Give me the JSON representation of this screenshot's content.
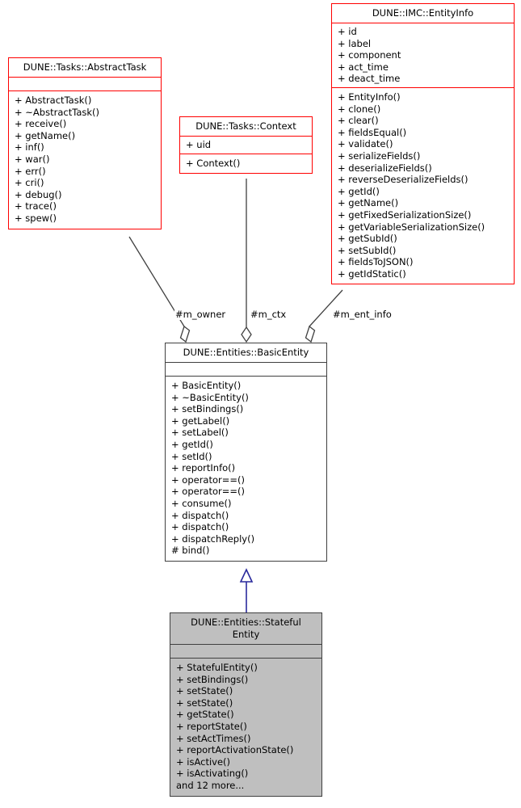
{
  "diagram": {
    "kind": "uml-class-diagram",
    "title": "DUNE::Entities::StatefulEntity collaboration diagram",
    "colors": {
      "box_border_red": "#ff0000",
      "box_border_gray": "#404040",
      "box_fill_white": "#ffffff",
      "box_fill_gray": "#bfbfbf",
      "edge_association": "#404040",
      "edge_inheritance": "#29299c",
      "text": "#000000",
      "background": "#ffffff"
    }
  },
  "classes": {
    "abstract_task": {
      "name": "DUNE::Tasks::AbstractTask",
      "attributes": [],
      "operations": [
        "+ AbstractTask()",
        "+ ~AbstractTask()",
        "+ receive()",
        "+ getName()",
        "+ inf()",
        "+ war()",
        "+ err()",
        "+ cri()",
        "+ debug()",
        "+ trace()",
        "+ spew()"
      ]
    },
    "context": {
      "name": "DUNE::Tasks::Context",
      "attributes": [
        "+ uid"
      ],
      "operations": [
        "+ Context()"
      ]
    },
    "entity_info": {
      "name": "DUNE::IMC::EntityInfo",
      "attributes": [
        "+ id",
        "+ label",
        "+ component",
        "+ act_time",
        "+ deact_time"
      ],
      "operations": [
        "+ EntityInfo()",
        "+ clone()",
        "+ clear()",
        "+ fieldsEqual()",
        "+ validate()",
        "+ serializeFields()",
        "+ deserializeFields()",
        "+ reverseDeserializeFields()",
        "+ getId()",
        "+ getName()",
        "+ getFixedSerializationSize()",
        "+ getVariableSerializationSize()",
        "+ getSubId()",
        "+ setSubId()",
        "+ fieldsToJSON()",
        "+ getIdStatic()"
      ]
    },
    "basic_entity": {
      "name": "DUNE::Entities::BasicEntity",
      "attributes": [],
      "operations": [
        "+ BasicEntity()",
        "+ ~BasicEntity()",
        "+ setBindings()",
        "+ getLabel()",
        "+ setLabel()",
        "+ getId()",
        "+ setId()",
        "+ reportInfo()",
        "+ operator==()",
        "+ operator==()",
        "+ consume()",
        "+ dispatch()",
        "+ dispatch()",
        "+ dispatchReply()",
        "# bind()"
      ]
    },
    "stateful_entity": {
      "name": "DUNE::Entities::Stateful\nEntity",
      "attributes": [],
      "operations": [
        "+ StatefulEntity()",
        "+ setBindings()",
        "+ setState()",
        "+ setState()",
        "+ getState()",
        "+ reportState()",
        "+ setActTimes()",
        "+ reportActivationState()",
        "+ isActive()",
        "+ isActivating()",
        "and 12 more..."
      ]
    }
  },
  "edges": [
    {
      "id": "owner",
      "label": "#m_owner",
      "from": "abstract_task",
      "to": "basic_entity",
      "type": "aggregation"
    },
    {
      "id": "ctx",
      "label": "#m_ctx",
      "from": "context",
      "to": "basic_entity",
      "type": "aggregation"
    },
    {
      "id": "ent_info",
      "label": "#m_ent_info",
      "from": "entity_info",
      "to": "basic_entity",
      "type": "aggregation"
    },
    {
      "id": "inherit",
      "label": "",
      "from": "stateful_entity",
      "to": "basic_entity",
      "type": "inheritance"
    }
  ]
}
